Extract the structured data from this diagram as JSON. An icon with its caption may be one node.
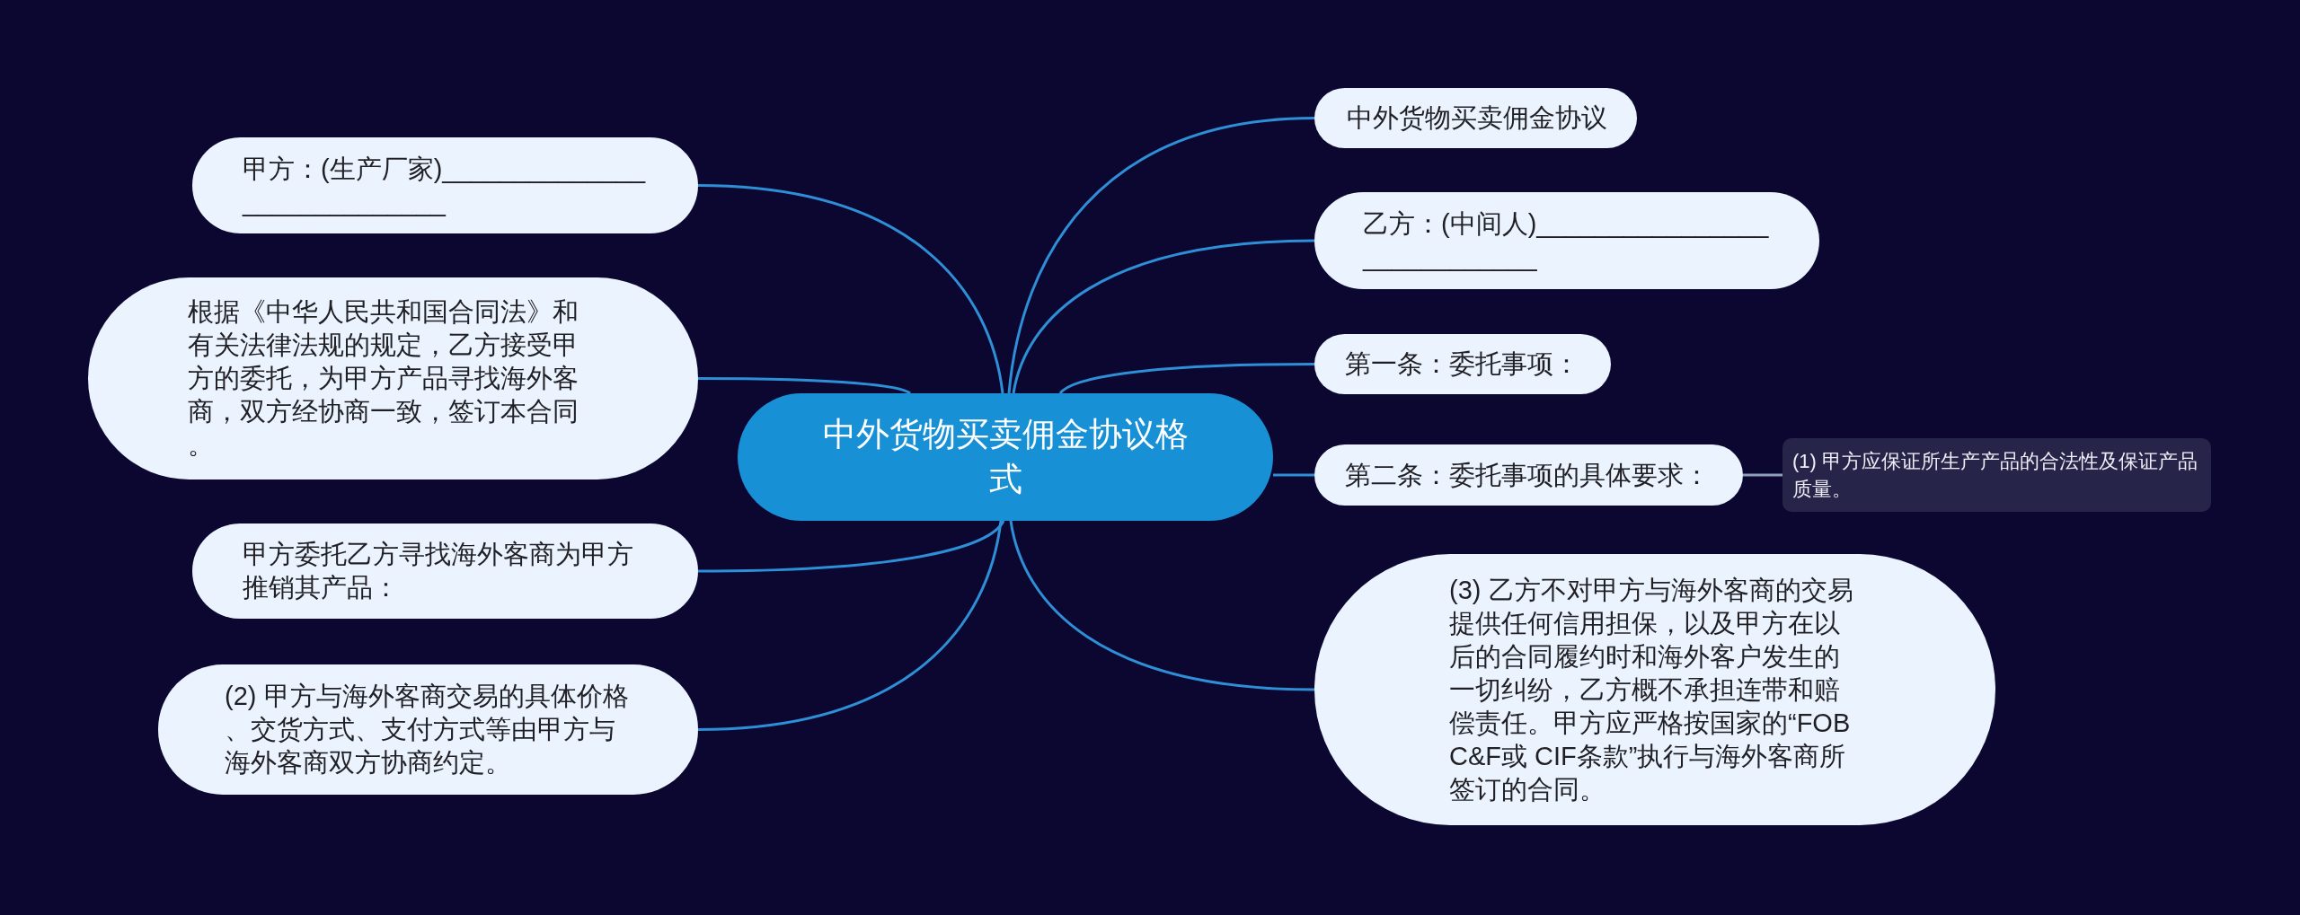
{
  "diagram": {
    "nodes": [
      {
        "text": [
          "中外货物买卖佣金协议格式"
        ]
      },
      {
        "text": [
          "中外货物买卖佣金协议"
        ]
      },
      {
        "text": [
          "甲方：(生产厂家)____________________________"
        ]
      },
      {
        "text": [
          "乙方：(中间人)____________________________"
        ]
      },
      {
        "text": [
          "根据《中华人民共和国合同法》和有关法律法规的规定，乙方接受甲方的委托，为甲方产品寻找海外客商，双方经协商一致，签订本合同。"
        ]
      },
      {
        "text": [
          "第一条：委托事项："
        ]
      },
      {
        "text": [
          "甲方委托乙方寻找海外客商为甲方推销其产品："
        ]
      },
      {
        "text": [
          "第二条：委托事项的具体要求："
        ]
      },
      {
        "text": [
          "(1) 甲方应保证所生产产品的合法性及保证产品质量。"
        ]
      },
      {
        "text": [
          "(2) 甲方与海外客商交易的具体价格、交货方式、支付方式等由甲方与海外客商双方协商约定。"
        ]
      },
      {
        "text": [
          "(3) 乙方不对甲方与海外客商的交易提供任何信用担保，以及甲方在以后的合同履约时和海外客户发生的一切纠纷，乙方概不承担连带和赔偿责任。甲方应严格按国家的“FOB C&F或 CIF条款”执行与海外客商所签订的合同。"
        ]
      }
    ],
    "edges": [
      {
        "from": 0,
        "to": 1,
        "arrow": "none"
      },
      {
        "from": 0,
        "to": 2,
        "arrow": "none"
      },
      {
        "from": 0,
        "to": 3,
        "arrow": "none"
      },
      {
        "from": 0,
        "to": 4,
        "arrow": "none"
      },
      {
        "from": 0,
        "to": 5,
        "arrow": "none"
      },
      {
        "from": 0,
        "to": 6,
        "arrow": "none"
      },
      {
        "from": 0,
        "to": 7,
        "arrow": "none"
      },
      {
        "from": 7,
        "to": 8,
        "arrow": "none",
        "color": "#8e9fb8"
      },
      {
        "from": 0,
        "to": 9,
        "arrow": "none"
      },
      {
        "from": 0,
        "to": 10,
        "arrow": "none"
      }
    ]
  }
}
